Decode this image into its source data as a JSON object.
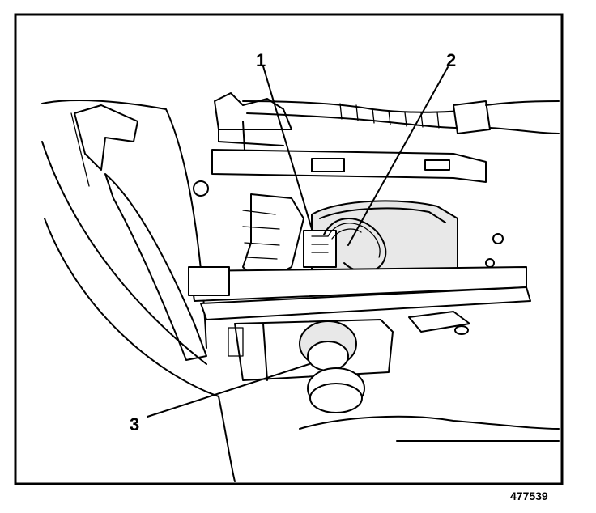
{
  "figure": {
    "callouts": [
      "1",
      "2",
      "3"
    ],
    "figure_number": "477539"
  }
}
